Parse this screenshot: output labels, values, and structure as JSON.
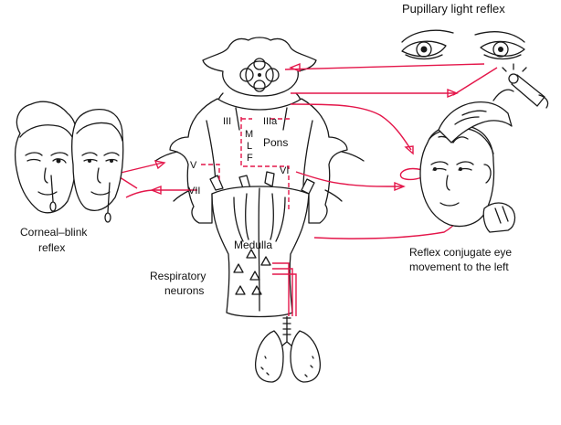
{
  "labels": {
    "pupillary": "Pupillary light reflex",
    "corneal_1": "Corneal–blink",
    "corneal_2": "reflex",
    "conjugate_1": "Reflex conjugate eye",
    "conjugate_2": "movement to the left",
    "respiratory_1": "Respiratory",
    "respiratory_2": "neurons",
    "medulla": "Medulla",
    "pons": "Pons",
    "nerve_iii": "III",
    "nerve_iiia": "IIIa",
    "mlf_m": "M",
    "mlf_l": "L",
    "mlf_f": "F",
    "nerve_v": "V",
    "nerve_vi": "VI",
    "nerve_vii": "VII"
  },
  "colors": {
    "pathway": "#e4164a",
    "ink": "#1a1a1a"
  },
  "icons": {
    "light": "penlight-icon"
  }
}
